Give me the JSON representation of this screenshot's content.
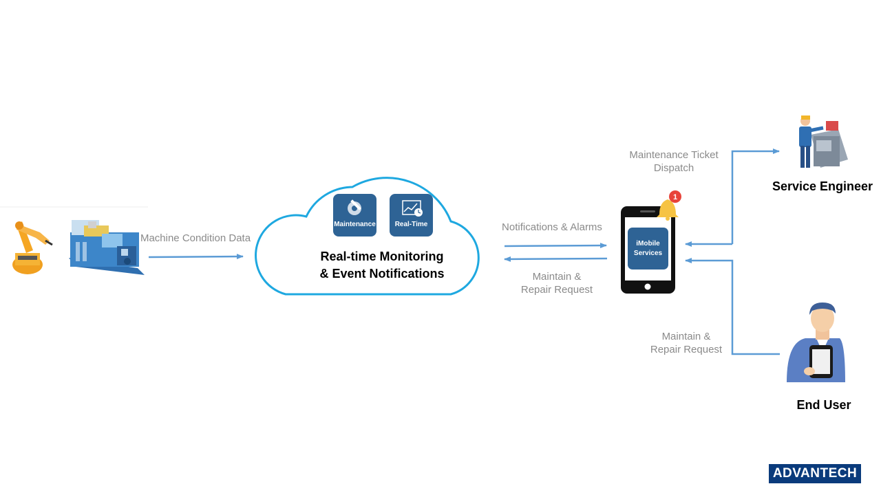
{
  "left": {
    "arrow_label": "Machine Condition Data"
  },
  "cloud": {
    "tiles": [
      {
        "label": "Maintenance"
      },
      {
        "label": "Real-Time"
      }
    ],
    "title_line1": "Real-time Monitoring",
    "title_line2": "& Event Notifications"
  },
  "phone": {
    "app_line1": "iMobile",
    "app_line2": "Services",
    "badge_count": "1",
    "label_top": "Notifications & Alarms",
    "label_bottom_line1": "Maintain  &",
    "label_bottom_line2": "Repair Request"
  },
  "engineer": {
    "title": "Service Engineer",
    "arrow_label_line1": "Maintenance Ticket",
    "arrow_label_line2": "Dispatch"
  },
  "end_user": {
    "title": "End User",
    "arrow_label_line1": "Maintain  &",
    "arrow_label_line2": "Repair Request"
  },
  "logo": {
    "text": "ADVANTECH"
  },
  "colors": {
    "arrow": "#5b9bd5",
    "cloud_stroke": "#1ea8e0",
    "tile": "#2e6395",
    "brand": "#0a3b7c"
  }
}
